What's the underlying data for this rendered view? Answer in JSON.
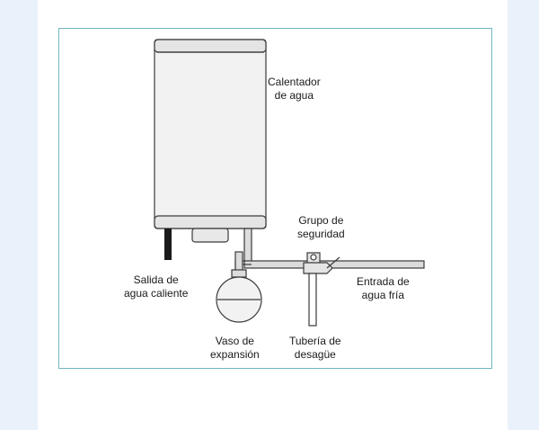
{
  "colors": {
    "frame_border": "#6fb7bf",
    "side_panel": "#e9f1fa",
    "line": "#3a3a3a",
    "tank_fill": "#efefef",
    "pipe_fill": "#dcdcdc"
  },
  "labels": {
    "heater": [
      "Calentador",
      "de agua"
    ],
    "safety_group": [
      "Grupo de",
      "seguridad"
    ],
    "hot_outlet": [
      "Salida de",
      "agua caliente"
    ],
    "cold_inlet": [
      "Entrada de",
      "agua fría"
    ],
    "expansion_vessel": [
      "Vaso de",
      "expansión"
    ],
    "drain_pipe": [
      "Tubería de",
      "desagüe"
    ]
  }
}
